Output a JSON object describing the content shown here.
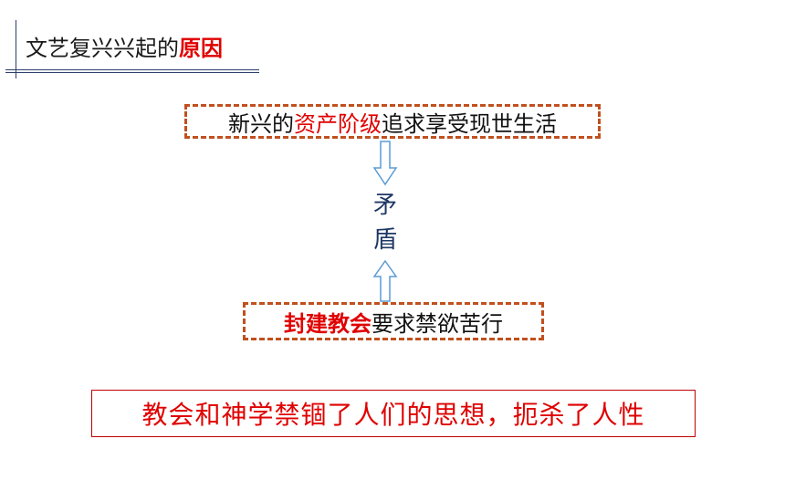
{
  "title": {
    "prefix": "文艺复兴兴起的",
    "highlight": "原因"
  },
  "top_box": {
    "before": "新兴的",
    "highlight": "资产阶级",
    "after": "追求享受现世生活"
  },
  "contradiction": {
    "char1": "矛",
    "char2": "盾"
  },
  "bottom_box": {
    "highlight": "封建教会",
    "after": "要求禁欲苦行"
  },
  "conclusion": "教会和神学禁锢了人们的思想，扼杀了人性",
  "colors": {
    "accent_red": "#e00000",
    "dashed_border": "#c0501e",
    "arrow_blue": "#5b9bd5",
    "text_navy": "#1f3864"
  }
}
